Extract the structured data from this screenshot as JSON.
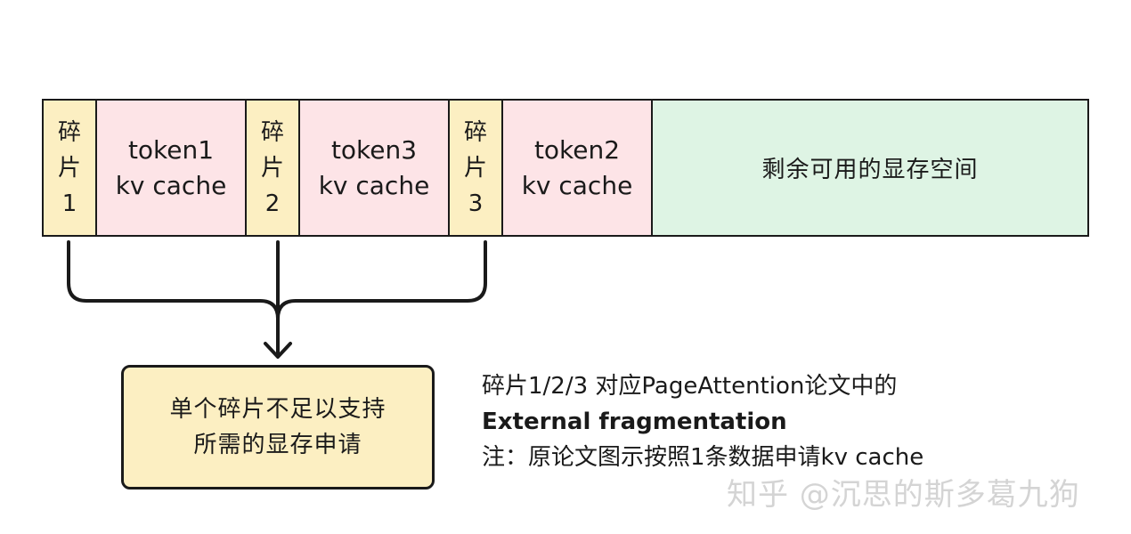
{
  "memory_bar": {
    "fragment1": {
      "chars": [
        "碎",
        "片",
        "1"
      ]
    },
    "kv1": {
      "line1": "token1",
      "line2": "kv cache"
    },
    "fragment2": {
      "chars": [
        "碎",
        "片",
        "2"
      ]
    },
    "kv3": {
      "line1": "token3",
      "line2": "kv cache"
    },
    "fragment3": {
      "chars": [
        "碎",
        "片",
        "3"
      ]
    },
    "kv2": {
      "line1": "token2",
      "line2": "kv cache"
    },
    "free_space": "剩余可用的显存空间"
  },
  "callout": {
    "line1": "单个碎片不足以支持",
    "line2": "所需的显存申请"
  },
  "notes": {
    "line1": "碎片1/2/3 对应PageAttention论文中的",
    "line2": "External fragmentation",
    "line3": "注：原论文图示按照1条数据申请kv cache"
  },
  "watermark": "知乎 @沉思的斯多葛九狗",
  "colors": {
    "fragment_fill": "#fcefc2",
    "kv_fill": "#fde4e7",
    "free_fill": "#def4e4",
    "callout_fill": "#fcefc2",
    "stroke": "#1a1a1a"
  }
}
